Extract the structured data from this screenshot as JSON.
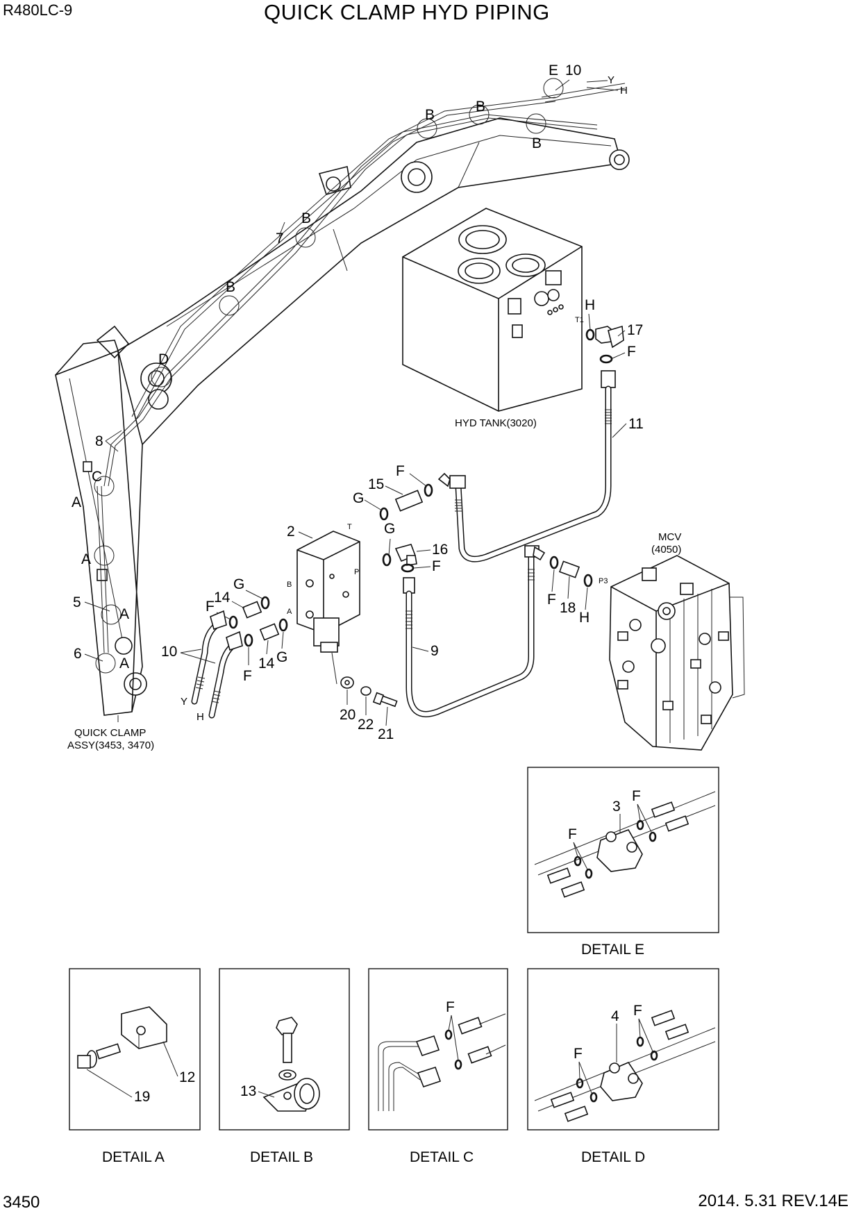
{
  "header": {
    "model": "R480LC-9",
    "title": "QUICK CLAMP HYD PIPING"
  },
  "footer": {
    "page_number": "3450",
    "revision": "2014. 5.31  REV.14E"
  },
  "main_drawing": {
    "assembly_labels": {
      "hyd_tank": "HYD TANK(3020)",
      "mcv_line1": "MCV",
      "mcv_line2": "(4050)",
      "quick_clamp_line1": "QUICK CLAMP",
      "quick_clamp_line2": "ASSY(3453, 3470)"
    },
    "detail_markers": {
      "a": "A",
      "b": "B",
      "c": "C",
      "d": "D",
      "e": "E"
    },
    "port_labels": {
      "t": "T",
      "p": "P",
      "b": "B",
      "a": "A",
      "t1": "T1",
      "p3": "P3",
      "y": "Y",
      "h": "H"
    },
    "parts": {
      "p2": "2",
      "p5": "5",
      "p6": "6",
      "p7": "7",
      "p8": "8",
      "p9": "9",
      "p10": "10",
      "p11": "11",
      "p14": "14",
      "p15": "15",
      "p16": "16",
      "p17": "17",
      "p18": "18",
      "p20": "20",
      "p21": "21",
      "p22": "22"
    },
    "seal_letters": {
      "f": "F",
      "g": "G",
      "h": "H"
    }
  },
  "details": [
    {
      "caption": "DETAIL  A",
      "parts": [
        "12",
        "19"
      ]
    },
    {
      "caption": "DETAIL  B",
      "parts": [
        "13"
      ]
    },
    {
      "caption": "DETAIL  C",
      "parts": [
        "F"
      ]
    },
    {
      "caption": "DETAIL  D",
      "parts": [
        "4",
        "F",
        "F"
      ]
    },
    {
      "caption": "DETAIL  E",
      "parts": [
        "3",
        "F",
        "F"
      ]
    }
  ]
}
